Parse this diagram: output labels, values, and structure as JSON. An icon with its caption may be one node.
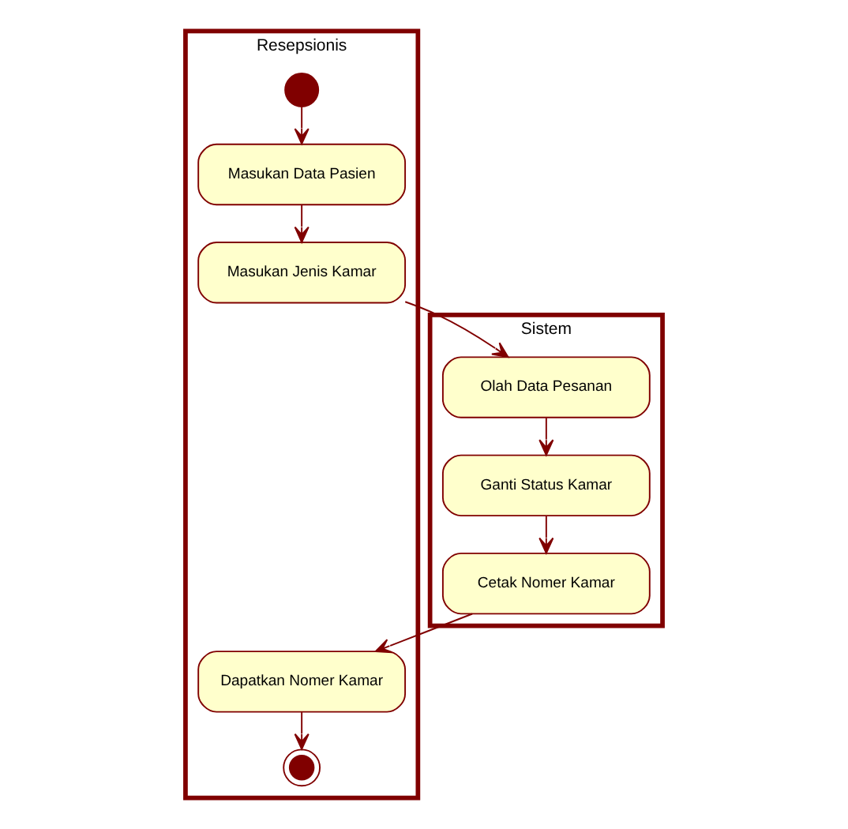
{
  "diagram": {
    "nodes": [
      {
        "text": [
          "Resepsionis"
        ]
      },
      {
        "text": [
          "Sistem"
        ]
      },
      {
        "text": [],
        "shape": "circle",
        "in": 0
      },
      {
        "text": [
          "Masukan Data Pasien"
        ],
        "in": 0
      },
      {
        "text": [
          "Masukan Jenis Kamar"
        ],
        "in": 0
      },
      {
        "text": [
          "Dapatkan Nomer Kamar"
        ],
        "in": 0
      },
      {
        "text": [],
        "shape": "bullseye",
        "in": 0
      },
      {
        "text": [
          "Olah Data Pesanan"
        ],
        "in": 1
      },
      {
        "text": [
          "Ganti Status Kamar"
        ],
        "in": 1
      },
      {
        "text": [
          "Cetak Nomer Kamar"
        ],
        "in": 1
      }
    ],
    "edges": [
      {
        "from": 2,
        "to": 3,
        "arrow": "to"
      },
      {
        "from": 3,
        "to": 4,
        "arrow": "to"
      },
      {
        "from": 4,
        "to": 7,
        "arrow": "to"
      },
      {
        "from": 7,
        "to": 8,
        "arrow": "to"
      },
      {
        "from": 8,
        "to": 9,
        "arrow": "to"
      },
      {
        "from": 9,
        "to": 5,
        "arrow": "to"
      },
      {
        "from": 5,
        "to": 6,
        "arrow": "to"
      }
    ]
  }
}
